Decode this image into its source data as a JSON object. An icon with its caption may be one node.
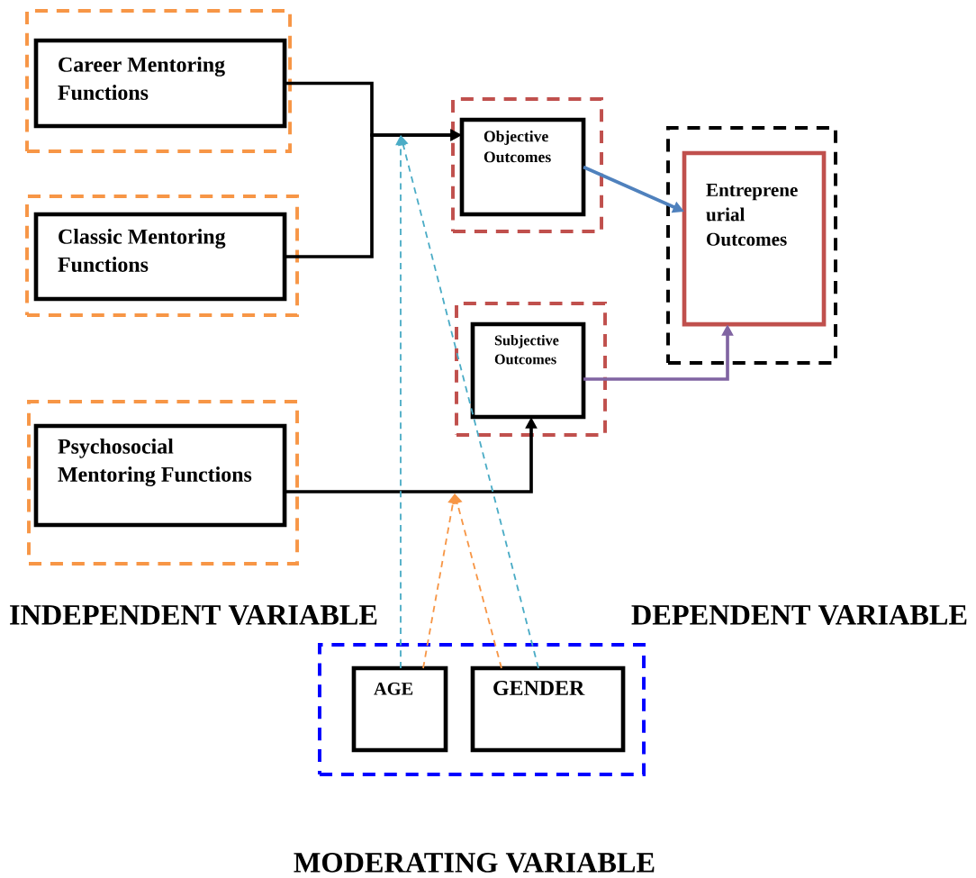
{
  "diagram": {
    "nodes": [
      {
        "text": [],
        "shape": "box"
      },
      {
        "text": [
          "Career Mentoring Functions"
        ],
        "in": 0
      },
      {
        "text": [],
        "shape": "box"
      },
      {
        "text": [
          "Classic Mentoring Functions"
        ],
        "in": 2
      },
      {
        "text": [],
        "shape": "box"
      },
      {
        "text": [
          "Psychosocial Mentoring Functions"
        ],
        "in": 4
      },
      {
        "text": [],
        "shape": "box"
      },
      {
        "text": [
          "Objective Outcomes"
        ],
        "in": 6
      },
      {
        "text": [],
        "shape": "box"
      },
      {
        "text": [
          "Subjective Outcomes"
        ],
        "in": 8
      },
      {
        "text": [],
        "shape": "box"
      },
      {
        "text": [
          "Entreprene urial Outcomes"
        ],
        "in": 10
      },
      {
        "text": [],
        "shape": "box"
      },
      {
        "text": [
          "AGE"
        ],
        "in": 12
      },
      {
        "text": [
          "GENDER"
        ],
        "in": 12
      }
    ],
    "edges": [
      {
        "from": 1,
        "to": 7,
        "arrow": "to"
      },
      {
        "from": 3,
        "to": 7,
        "arrow": "to"
      },
      {
        "from": 5,
        "to": 9,
        "arrow": "to"
      },
      {
        "from": 7,
        "to": 11,
        "arrow": "to",
        "color": "#4f81bd"
      },
      {
        "from": 9,
        "to": 11,
        "arrow": "to",
        "color": "#8064a2"
      },
      {
        "from": 13,
        "to": null,
        "arrow": "to",
        "style": "dashed",
        "color": "#4bacc6"
      },
      {
        "from": 14,
        "to": null,
        "arrow": "to",
        "style": "dashed",
        "color": "#4bacc6"
      },
      {
        "from": 13,
        "to": null,
        "arrow": "to",
        "style": "dashed",
        "color": "#f79646"
      },
      {
        "from": 14,
        "to": null,
        "arrow": "to",
        "style": "dashed",
        "color": "#f79646"
      }
    ],
    "labels": [
      "INDEPENDENT VARIABLE",
      "DEPENDENT VARIABLE",
      "MODERATING VARIABLE"
    ]
  }
}
